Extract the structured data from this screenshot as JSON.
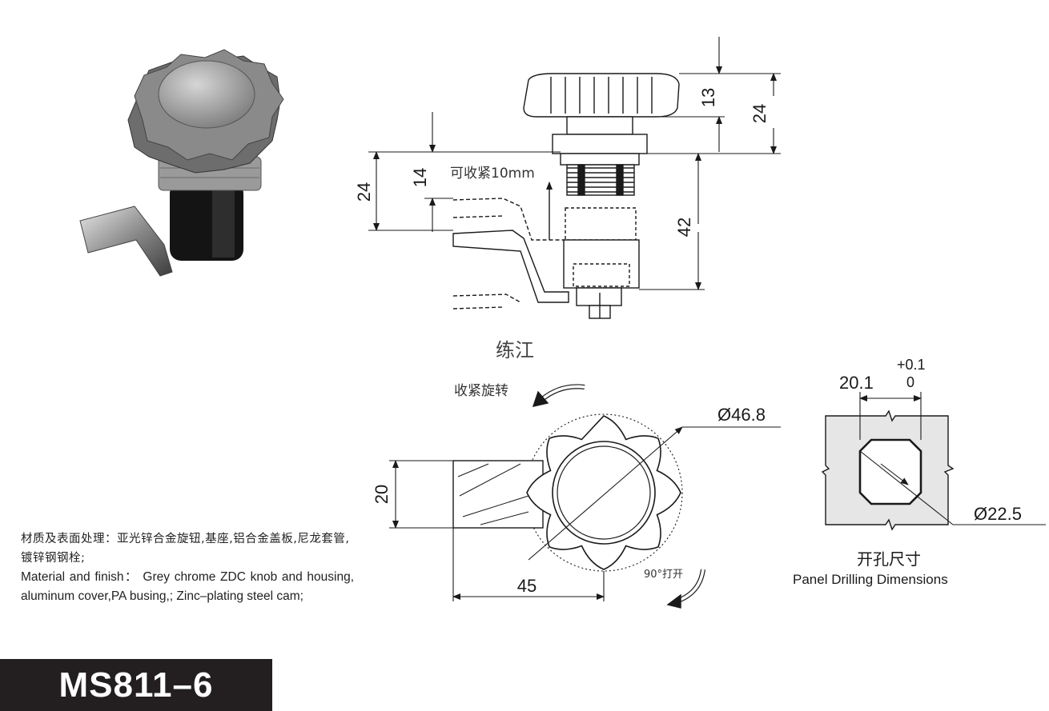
{
  "drawing": {
    "dimensions": {
      "knob_height": "13",
      "top_total": "24",
      "left_total": "24",
      "travel": "14",
      "body_length": "42",
      "cam_width": "20",
      "cam_length": "45",
      "knob_diameter": "Ø46.8",
      "hole_size": "20.1",
      "hole_tol_plus": "+0.1",
      "hole_tol_minus": "0",
      "hole_diameter": "Ø22.5"
    },
    "notes": {
      "tighten_range": "可收紧10mm",
      "watermark": "练江",
      "tighten_rotate": "收紧旋转",
      "open_rotate": "90°打开",
      "panel_title_cn": "开孔尺寸",
      "panel_title_en": "Panel Drilling Dimensions"
    }
  },
  "description": {
    "cn": "材质及表面处理：亚光锌合金旋钮,基座,铝合金盖板,尼龙套管,镀锌钢钢栓;",
    "en": "Material and finish： Grey chrome ZDC knob and housing, aluminum cover,PA busing,; Zinc–plating steel cam;"
  },
  "model": "MS811–6"
}
